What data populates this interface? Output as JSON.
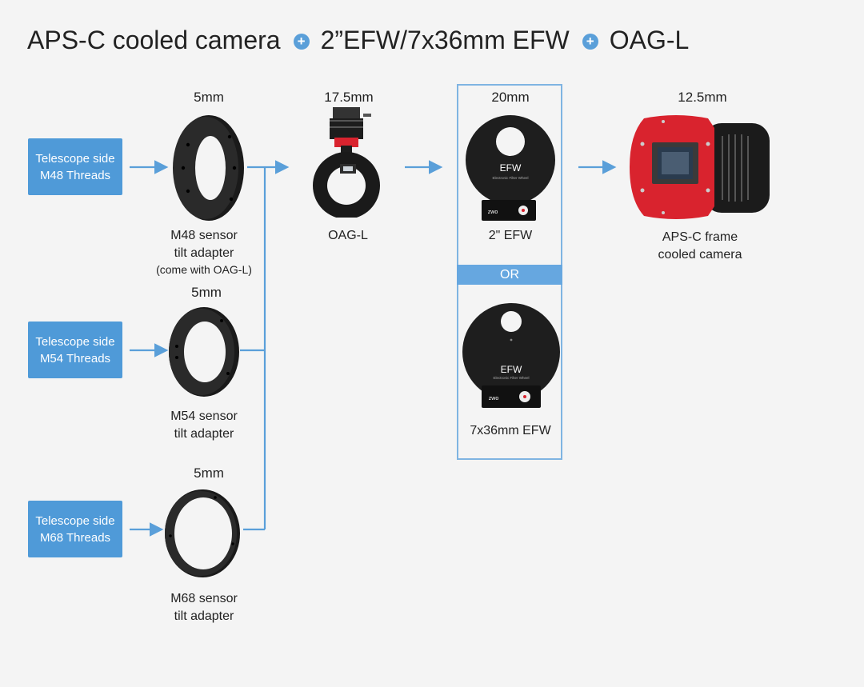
{
  "title": {
    "part1": "APS-C cooled camera",
    "part2": "2”EFW/7x36mm EFW",
    "part3": "OAG-L",
    "plus_glyph": "+"
  },
  "telescope_tags": [
    {
      "line1": "Telescope side",
      "line2": "M48 Threads"
    },
    {
      "line1": "Telescope side",
      "line2": "M54 Threads"
    },
    {
      "line1": "Telescope side",
      "line2": "M68 Threads"
    }
  ],
  "adapters": [
    {
      "thickness": "5mm",
      "name_line1": "M48 sensor",
      "name_line2": "tilt adapter",
      "note": "(come with OAG-L)"
    },
    {
      "thickness": "5mm",
      "name_line1": "M54 sensor",
      "name_line2": "tilt adapter"
    },
    {
      "thickness": "5mm",
      "name_line1": "M68 sensor",
      "name_line2": "tilt adapter"
    }
  ],
  "oag": {
    "thickness": "17.5mm",
    "name": "OAG-L"
  },
  "efw": {
    "thickness": "20mm",
    "option1": "2\" EFW",
    "or_label": "OR",
    "option2": "7x36mm EFW",
    "wheel_label": "EFW",
    "wheel_sub": "Electronic Filter Wheel",
    "brand": "zwo"
  },
  "camera": {
    "thickness": "12.5mm",
    "name_line1": "APS-C frame",
    "name_line2": "cooled camera"
  },
  "colors": {
    "accent_blue": "#4f9ad8",
    "camera_red": "#d9232e",
    "arrow_blue": "#5a9fd9"
  }
}
